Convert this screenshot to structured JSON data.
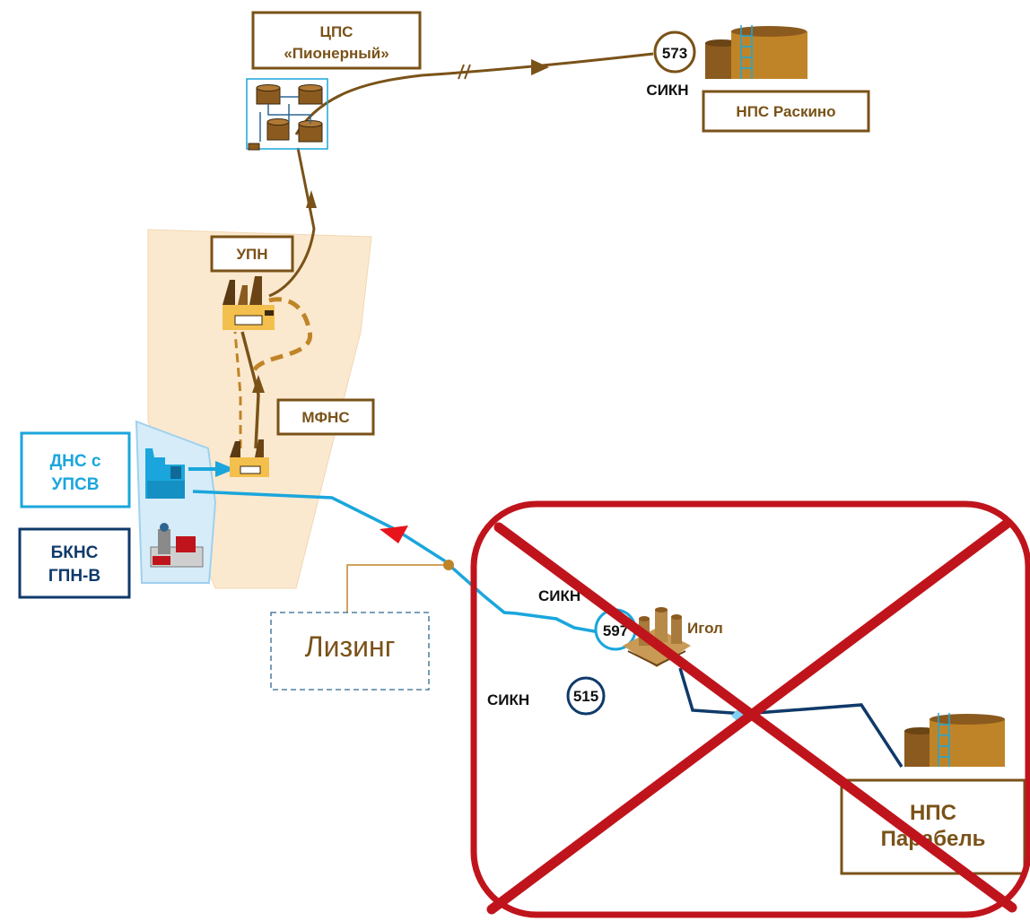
{
  "labels": {
    "cps_line1": "ЦПС",
    "cps_line2": "«Пионерный»",
    "sikn_573_number": "573",
    "sikn_573_label": "СИКН",
    "nps_raskino": "НПС Раскино",
    "upn": "УПН",
    "mfns": "МФНС",
    "dns_line1": "ДНС с",
    "dns_line2": "УПСВ",
    "bkns_line1": "БКНС",
    "bkns_line2": "ГПН-В",
    "leasing": "Лизинг",
    "sikn_597_label": "СИКН",
    "sikn_597_number": "597",
    "igol": "Игол",
    "sikn_515_label": "СИКН",
    "sikn_515_number": "515",
    "nps_parabel_line1": "НПС",
    "nps_parabel_line2": "Парабель"
  },
  "colors": {
    "brown": "#7a5218",
    "oil_brown": "#8b5a1e",
    "tan": "#c08428",
    "light_blue": "#1aa6dc",
    "navy": "#0f3a6a",
    "red_cross": "#c0141c",
    "red_arrow": "#e8141c",
    "zone_fill": "#fbe9cf",
    "dns_zone_fill": "#d6ecf8"
  },
  "icons": {
    "cps": "tank-farm-icon",
    "upn": "factory-icon",
    "mfns": "factory-icon",
    "dns": "plant-icon",
    "bkns": "pump-unit-icon",
    "igol": "processing-plant-icon",
    "raskino": "storage-tank-icon",
    "parabel": "storage-tank-icon"
  }
}
